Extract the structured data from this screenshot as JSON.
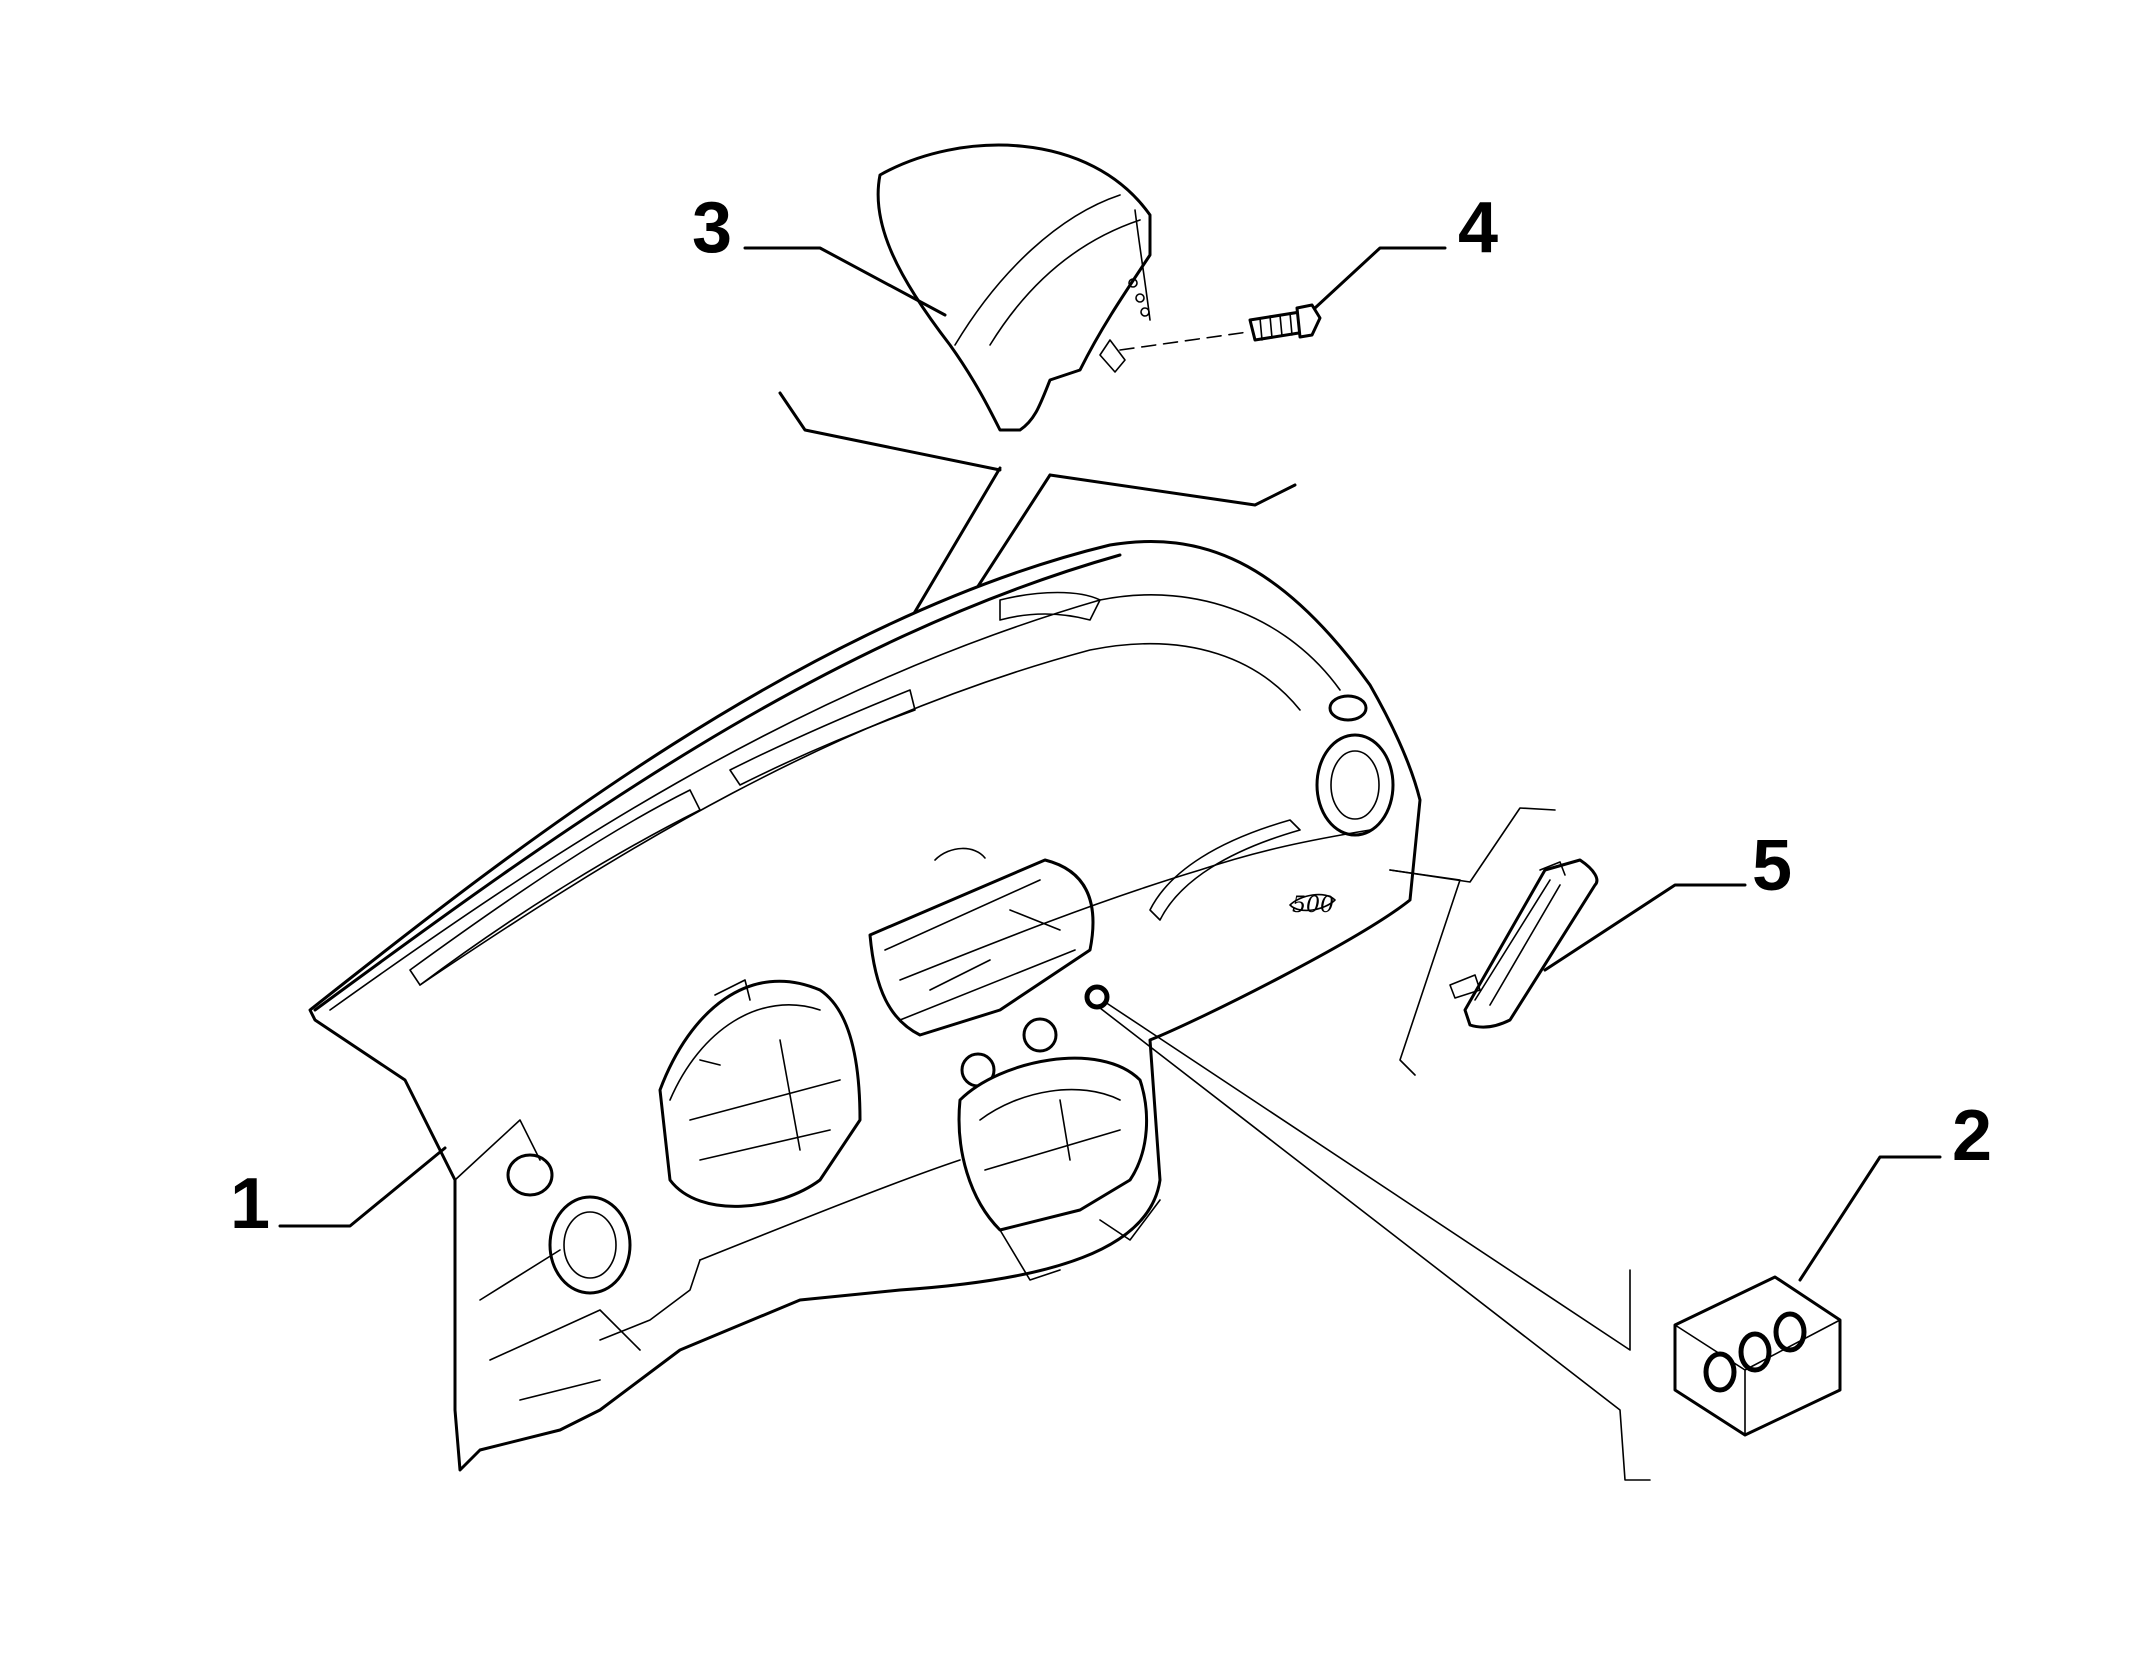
{
  "diagram": {
    "callouts": [
      {
        "id": "part-1",
        "label": "1"
      },
      {
        "id": "part-2",
        "label": "2"
      },
      {
        "id": "part-3",
        "label": "3"
      },
      {
        "id": "part-4",
        "label": "4"
      },
      {
        "id": "part-5",
        "label": "5"
      }
    ],
    "badge_text": "500"
  }
}
